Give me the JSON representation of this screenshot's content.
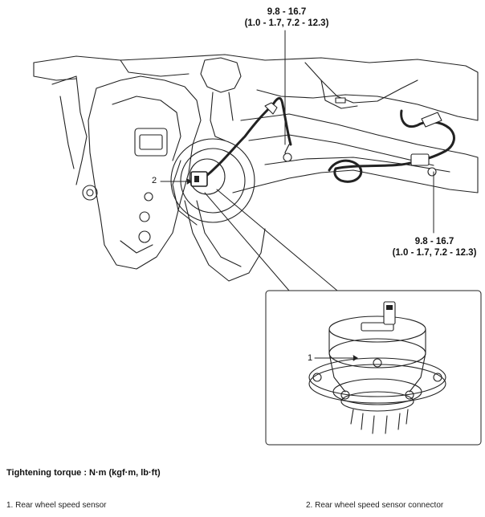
{
  "torque_callouts": {
    "top": {
      "line1": "9.8 - 16.7",
      "line2": "(1.0 - 1.7, 7.2 - 12.3)"
    },
    "right": {
      "line1": "9.8 - 16.7",
      "line2": "(1.0 - 1.7, 7.2 - 12.3)"
    }
  },
  "part_callouts": {
    "one": "1",
    "two": "2"
  },
  "caption": "Tightening torque : N·m (kgf·m, lb·ft)",
  "legend": [
    {
      "text": "1. Rear wheel speed sensor"
    },
    {
      "text": "2. Rear wheel speed sensor connector"
    }
  ],
  "colors": {
    "line": "#222222",
    "fill": "#ffffff",
    "shade": "#dddddd"
  }
}
